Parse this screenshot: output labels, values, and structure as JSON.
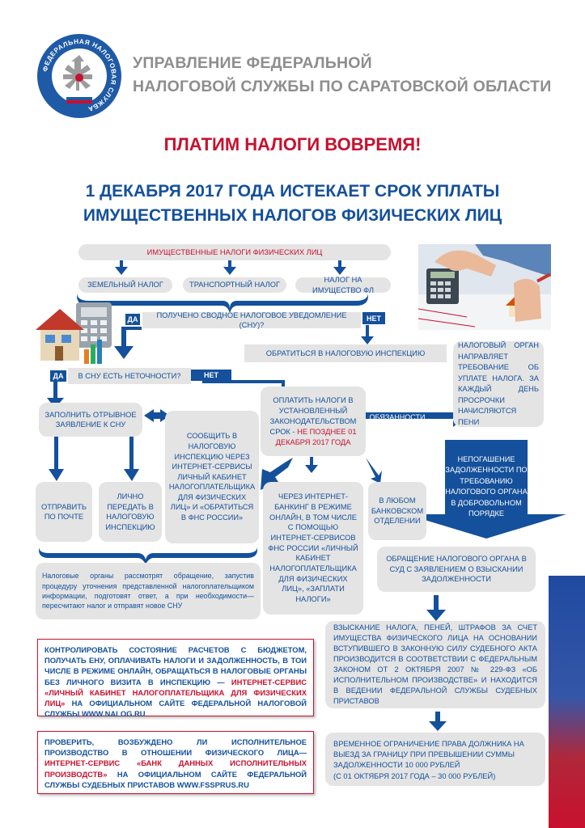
{
  "header": {
    "org_line1": "УПРАВЛЕНИЕ ФЕДЕРАЛЬНОЙ",
    "org_line2": "НАЛОГОВОЙ СЛУЖБЫ ПО САРАТОВСКОЙ ОБЛАСТИ",
    "emblem_text": "ФЕДЕРАЛЬНАЯ НАЛОГОВАЯ СЛУЖБА"
  },
  "slogan": "ПЛАТИМ НАЛОГИ ВОВРЕМЯ!",
  "headline": {
    "line1": "1 ДЕКАБРЯ 2017 ГОДА ИСТЕКАЕТ СРОК УПЛАТЫ",
    "line2": "ИМУЩЕСТВЕННЫХ НАЛОГОВ ФИЗИЧЕСКИХ ЛИЦ"
  },
  "flow": {
    "top": "ИМУЩЕСТВЕННЫЕ НАЛОГИ ФИЗИЧЕСКИХ ЛИЦ",
    "tax_land": "ЗЕМЕЛЬНЫЙ НАЛОГ",
    "tax_transport": "ТРАНСПОРТНЫЙ НАЛОГ",
    "tax_property": "НАЛОГ НА ИМУЩЕСТВО ФЛ",
    "q_notice": "ПОЛУЧЕНО СВОДНОЕ НАЛОГОВОЕ УВЕДОМЛЕНИЕ (СНУ)?",
    "yes": "ДА",
    "no": "НЕТ",
    "contact_inspection": "ОБРАТИТЬСЯ В НАЛОГОВУЮ ИНСПЕКЦИЮ",
    "q_errors": "В СНУ ЕСТЬ НЕТОЧНОСТИ?",
    "fill_form": "ЗАПОЛНИТЬ ОТРЫВНОЕ ЗАЯВЛЕНИЕ К СНУ",
    "report_online": "СООБЩИТЬ В НАЛОГОВУЮ ИНСПЕКЦИЮ ЧЕРЕЗ ИНТЕРНЕТ-СЕРВИСЫ ЛИЧНЫЙ КАБИНЕТ НАЛОГОПЛАТЕЛЬЩИКА ДЛЯ ФИЗИЧЕСКИХ ЛИЦ» И «ОБРАТИТЬСЯ В ФНС РОССИИ»",
    "pay_main": "ОПЛАТИТЬ НАЛОГИ В УСТАНОВЛЕННЫЙ ЗАКОНОДАТЕЛЬСТВОМ СРОК -",
    "pay_deadline": "НЕ ПОЗДНЕЕ 01 ДЕКАБРЯ 2017 ГОДА",
    "nonpayment": "НЕИСПОЛНЕНИЕ ОБЯЗАННОСТИ",
    "tax_demand": "НАЛОГОВЫЙ ОРГАН НАПРАВЛЯЕТ ТРЕБОВАНИЕ ОБ УПЛАТЕ НАЛОГА. ЗА КАЖДЫЙ ДЕНЬ ПРОСРОЧКИ НАЧИСЛЯЮТСЯ ПЕНИ",
    "send_mail": "ОТПРАВИТЬ ПО ПОЧТЕ",
    "hand_in": "ЛИЧНО ПЕРЕДАТЬ В НАЛОГОВУЮ ИНСПЕКЦИЮ",
    "internet_banking": "ЧЕРЕЗ ИНТЕРНЕТ-БАНКИНГ В РЕЖИМЕ ОНЛАЙН, В ТОМ ЧИСЛЕ С ПОМОЩЬЮ ИНТЕРНЕТ-СЕРВИСОВ ФНС РОССИИ «ЛИЧНЫЙ КАБИНЕТ НАЛОГОПЛАТЕЛЬЩИКА ДЛЯ ФИЗИЧЕСКИХ ЛИЦ», «ЗАПЛАТИ НАЛОГИ»",
    "any_bank": "В ЛЮБОМ БАНКОВСКОМ ОТДЕЛЕНИИ",
    "nonrepayment": "НЕПОГАШЕНИЕ ЗАДОЛЖЕННОСТИ ПО ТРЕБОВАНИЮ НАЛОГОВОГО ОРГАНА В ДОБРОВОЛЬНОМ ПОРЯДКЕ",
    "recheck": "Налоговые органы рассмотрят обращение, запустив процедуру уточнения представленной налогоплательщиком информации, подготовят ответ, а при необходимости—пересчитают налог и отправят новое СНУ",
    "court": "ОБРАЩЕНИЕ НАЛОГОВОГО ОРГАНА В СУД С ЗАЯВЛЕНИЕМ О ВЗЫСКАНИИ ЗАДОЛЖЕННОСТИ",
    "recovery": "ВЗЫСКАНИЕ НАЛОГА, ПЕНЕЙ, ШТРАФОВ ЗА СЧЕТ ИМУЩЕСТВА ФИЗИЧЕСКОГО ЛИЦА НА ОСНОВАНИИ ВСТУПИВШЕГО В ЗАКОННУЮ СИЛУ СУДЕБНОГО АКТА ПРОИЗВОДИТСЯ В СООТВЕТСТВИИ С ФЕДЕРАЛЬНЫМ ЗАКОНОМ ОТ 2 ОКТЯБРЯ 2007 № 229-ФЗ «ОБ ИСПОЛНИТЕЛЬНОМ ПРОИЗВОДСТВЕ» И НАХОДИТСЯ В ВЕДЕНИИ ФЕДЕРАЛЬНОЙ СЛУЖБЫ СУДЕБНЫХ ПРИСТАВОВ",
    "travel_ban": "ВРЕМЕННОЕ ОГРАНИЧЕНИЕ ПРАВА ДОЛЖНИКА НА ВЫЕЗД ЗА ГРАНИЦУ ПРИ ПРЕВЫШЕНИИ СУММЫ ЗАДОЛЖЕННОСТИ 10 000 РУБЛЕЙ",
    "travel_ban_note": "(С 01 ОКТЯБРЯ 2017 ГОДА – 30 000 РУБЛЕЙ)"
  },
  "notes": {
    "cabinet_a": "КОНТРОЛИРОВАТЬ СОСТОЯНИЕ РАСЧЕТОВ С БЮДЖЕТОМ, ПОЛУЧАТЬ ЕНУ, ОПЛАЧИВАТЬ НАЛОГИ И ЗАДОЛЖЕННОСТЬ, В ТОИ ЧИСЛЕ В РЕЖИМЕ ОНЛАЙН, ОБРАЩАТЬСЯ В НАЛОГОВЫЕ ОРГАНЫ БЕЗ ЛИЧНОГО ВИЗИТА В ИНСПЕКЦИЮ —",
    "cabinet_b": "ИНТЕРНЕТ-СЕРВИС «ЛИЧНЫЙ КАБИНЕТ НАЛОГОПЛАТЕЛЬЩИКА ДЛЯ ФИЗИЧЕСКИХ ЛИЦ»",
    "cabinet_c": "НА ОФИЦИАЛЬНОМ САЙТЕ ФЕДЕРАЛЬНОЙ НАЛОГОВОЙ СЛУЖБЫ WWW.NALOG.RU",
    "fssp_a": "ПРОВЕРИТЬ, ВОЗБУЖДЕНО ЛИ ИСПОЛНИТЕЛЬНОЕ ПРОИЗВОДСТВО В ОТНОШЕНИИ ФИЗИЧЕСКОГО ЛИЦА—",
    "fssp_b": "ИНТЕРНЕТ-СЕРВИС «БАНК ДАННЫХ ИСПОЛНИТЕЛЬНЫХ ПРОИЗВОДСТВ»",
    "fssp_c": "НА ОФИЦИАЛЬНОМ САЙТЕ ФЕДЕРАЛЬНОЙ СЛУЖБЫ СУДЕБНЫХ ПРИСТАВОВ WWW.FSSPRUS.RU"
  },
  "colors": {
    "brand_blue": "#14509b",
    "accent_red": "#c8102e",
    "box_grey": "#e4e4e4"
  }
}
